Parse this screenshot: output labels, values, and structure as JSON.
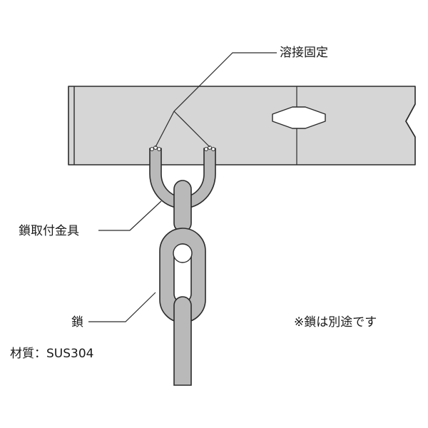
{
  "labels": {
    "weld": "溶接固定",
    "chain_fitting": "鎖取付金具",
    "chain": "鎖",
    "note": "※鎖は別途です",
    "material": "材質：SUS304"
  },
  "colors": {
    "plate_fill": "#d6d6d6",
    "metal_fill": "#b9b9b9",
    "stroke": "#2b2b2b",
    "hole_fill": "#ffffff"
  }
}
